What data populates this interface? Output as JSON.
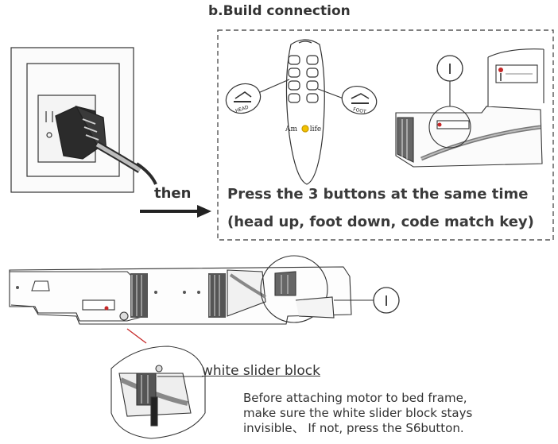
{
  "title": "b.Build connection",
  "then_label": "then",
  "instruction": {
    "line1": "Press the 3 buttons at the same time",
    "line2": "(head up, foot down, code match key)"
  },
  "remote": {
    "brand_left": "Am",
    "brand_right": "life",
    "head_label": "HEAD",
    "foot_label": "FOOT"
  },
  "callout_label": "I",
  "slider_label": "white slider block",
  "note": {
    "line1": "Before attaching motor to bed frame,",
    "line2": "make sure the white slider block stays",
    "line3": "invisible、 If not, press the S6button."
  }
}
